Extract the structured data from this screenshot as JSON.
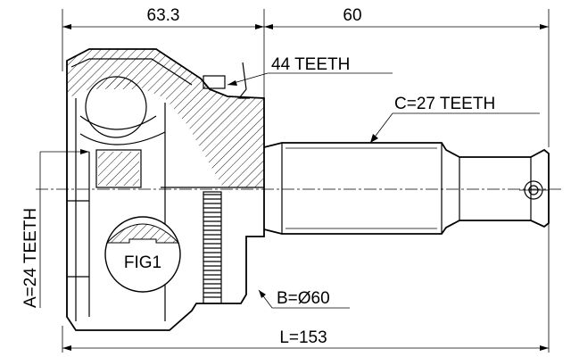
{
  "dimensions": {
    "top_left": "63.3",
    "top_right": "60",
    "total_length": "L=153"
  },
  "labels": {
    "inner_teeth": "44 TEETH",
    "outer_spline": "C=27 TEETH",
    "inner_spline": "A=24 TEETH",
    "abs_ring": "B=Ø60",
    "figure": "FIG1"
  }
}
